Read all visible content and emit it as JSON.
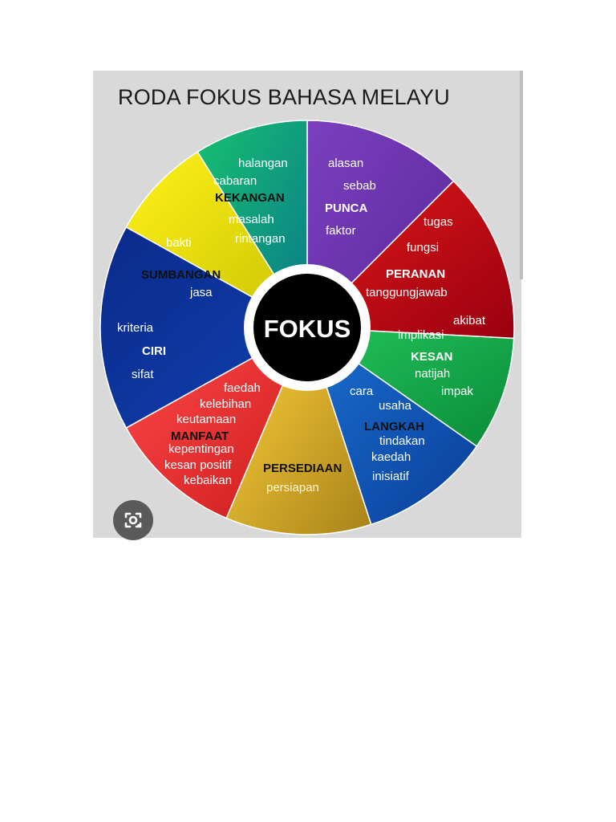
{
  "title": "RODA FOKUS BAHASA MELAYU",
  "center_label": "FOKUS",
  "segments": [
    {
      "heading": "PUNCA",
      "words": [
        "alasan",
        "sebab",
        "faktor"
      ],
      "color_start": "#7b3fbf",
      "color_end": "#5a2a9a"
    },
    {
      "heading": "PERANAN",
      "words": [
        "tugas",
        "fungsi",
        "tanggungjawab"
      ],
      "color_start": "#e01818",
      "color_end": "#9a0010"
    },
    {
      "heading": "KESAN",
      "words": [
        "akibat",
        "implikasi",
        "natijah",
        "impak"
      ],
      "color_start": "#22c45a",
      "color_end": "#0a8a38"
    },
    {
      "heading": "LANGKAH",
      "words": [
        "cara",
        "usaha",
        "tindakan",
        "kaedah",
        "inisiatif"
      ],
      "color_start": "#1a6fd0",
      "color_end": "#0a3e9a"
    },
    {
      "heading": "PERSEDIAAN",
      "words": [
        "persiapan"
      ],
      "color_start": "#ffd23a",
      "color_end": "#a8821a"
    },
    {
      "heading": "MANFAAT",
      "words": [
        "faedah",
        "kelebihan",
        "keutamaan",
        "kepentingan",
        "kesan positif",
        "kebaikan"
      ],
      "color_start": "#ff4a4a",
      "color_end": "#cc1a1a"
    },
    {
      "heading": "CIRI",
      "words": [
        "kriteria",
        "sifat"
      ],
      "color_start": "#0a2a8a",
      "color_end": "#1040b0"
    },
    {
      "heading": "SUMBANGAN",
      "words": [
        "bakti",
        "jasa"
      ],
      "color_start": "#fff21a",
      "color_end": "#c8c200"
    },
    {
      "heading": "KEKANGAN",
      "words": [
        "halangan",
        "cabaran",
        "masalah",
        "rintangan"
      ],
      "color_start": "#16c070",
      "color_end": "#0a7a8a"
    }
  ],
  "lens_icon": "google-lens-icon"
}
